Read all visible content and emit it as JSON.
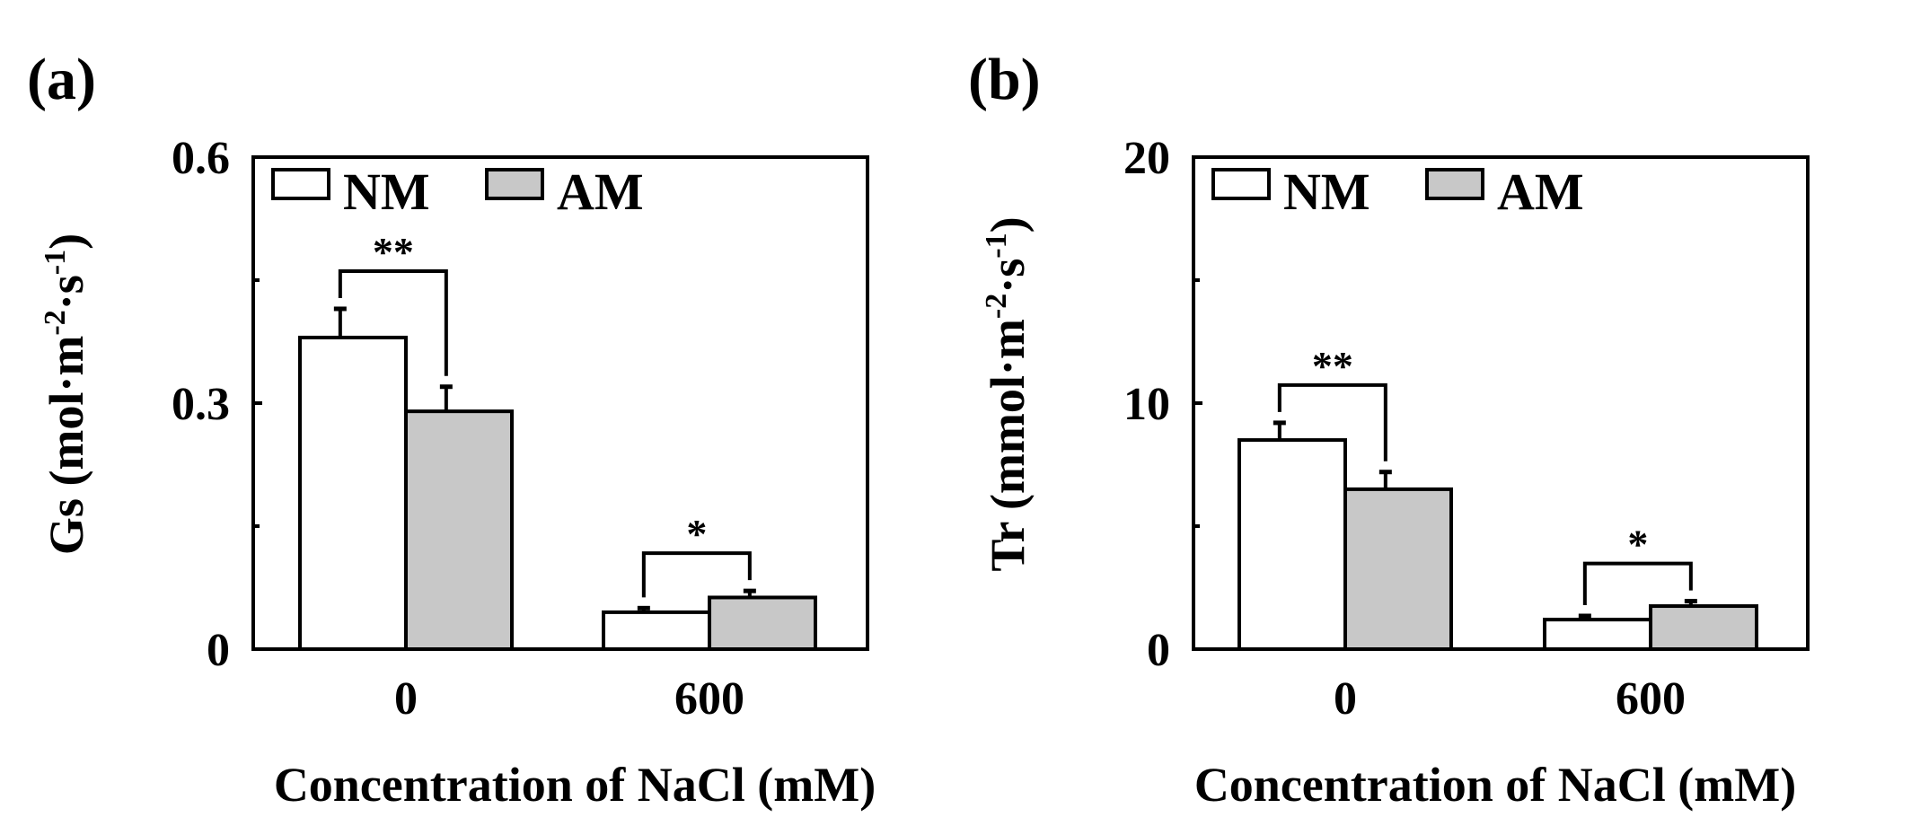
{
  "chart_data": [
    {
      "type": "bar",
      "panel_label": "(a)",
      "categories": [
        "0",
        "600"
      ],
      "xlabel": "Concentration of NaCl (mM)",
      "ylabel_main": "Gs (mol·m",
      "ylabel_sup1": "-2",
      "ylabel_mid": "·s",
      "ylabel_sup2": "-1",
      "ylabel_end": ")",
      "ylim": [
        0,
        0.6
      ],
      "yticks": [
        0,
        0.3,
        0.6
      ],
      "ytick_labels": [
        "0",
        "0.3",
        "0.6"
      ],
      "series": [
        {
          "name": "NM",
          "values": [
            0.38,
            0.045
          ],
          "errors": [
            0.035,
            0.005
          ],
          "color": "#ffffff"
        },
        {
          "name": "AM",
          "values": [
            0.29,
            0.063
          ],
          "errors": [
            0.03,
            0.008
          ],
          "color": "#c8c8c8"
        }
      ],
      "significance": [
        "**",
        "*"
      ],
      "legend_position": "top-left",
      "grid": false
    },
    {
      "type": "bar",
      "panel_label": "(b)",
      "categories": [
        "0",
        "600"
      ],
      "xlabel": "Concentration of NaCl (mM)",
      "ylabel_main": "Tr (mmol·m",
      "ylabel_sup1": "-2",
      "ylabel_mid": "·s",
      "ylabel_sup2": "-1",
      "ylabel_end": ")",
      "ylim": [
        0,
        20
      ],
      "yticks": [
        0,
        10,
        20
      ],
      "ytick_labels": [
        "0",
        "10",
        "20"
      ],
      "series": [
        {
          "name": "NM",
          "values": [
            8.5,
            1.2
          ],
          "errors": [
            0.7,
            0.15
          ],
          "color": "#ffffff"
        },
        {
          "name": "AM",
          "values": [
            6.5,
            1.75
          ],
          "errors": [
            0.7,
            0.2
          ],
          "color": "#c8c8c8"
        }
      ],
      "significance": [
        "**",
        "*"
      ],
      "legend_position": "top-left",
      "grid": false
    }
  ]
}
